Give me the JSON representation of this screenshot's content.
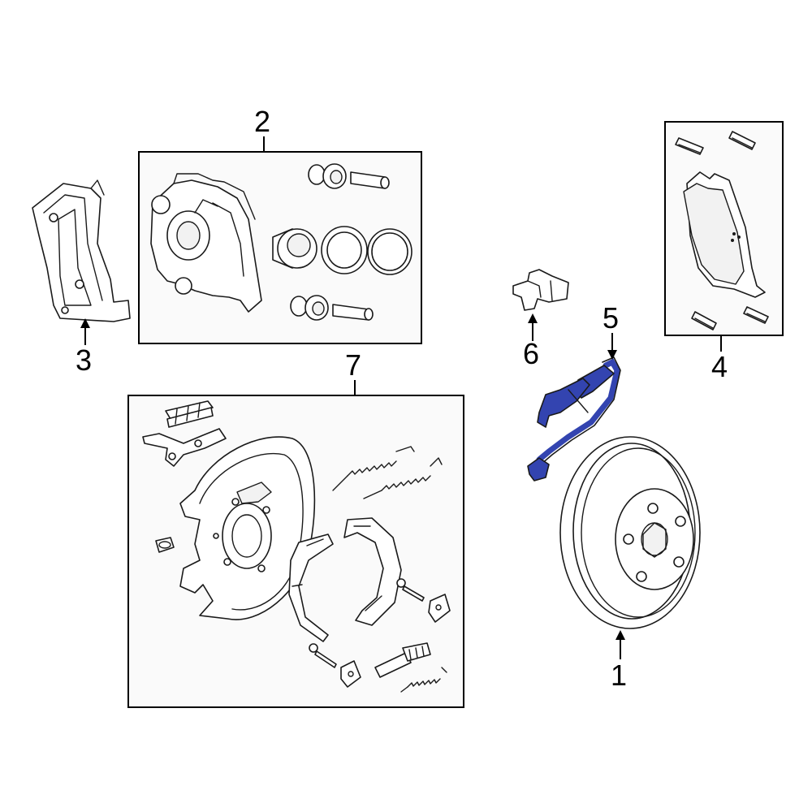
{
  "callouts": [
    {
      "id": "1",
      "label": "1"
    },
    {
      "id": "2",
      "label": "2"
    },
    {
      "id": "3",
      "label": "3"
    },
    {
      "id": "4",
      "label": "4"
    },
    {
      "id": "5",
      "label": "5"
    },
    {
      "id": "6",
      "label": "6"
    },
    {
      "id": "7",
      "label": "7"
    }
  ],
  "highlight_color": "#3344b0",
  "highlighted_part": "5"
}
